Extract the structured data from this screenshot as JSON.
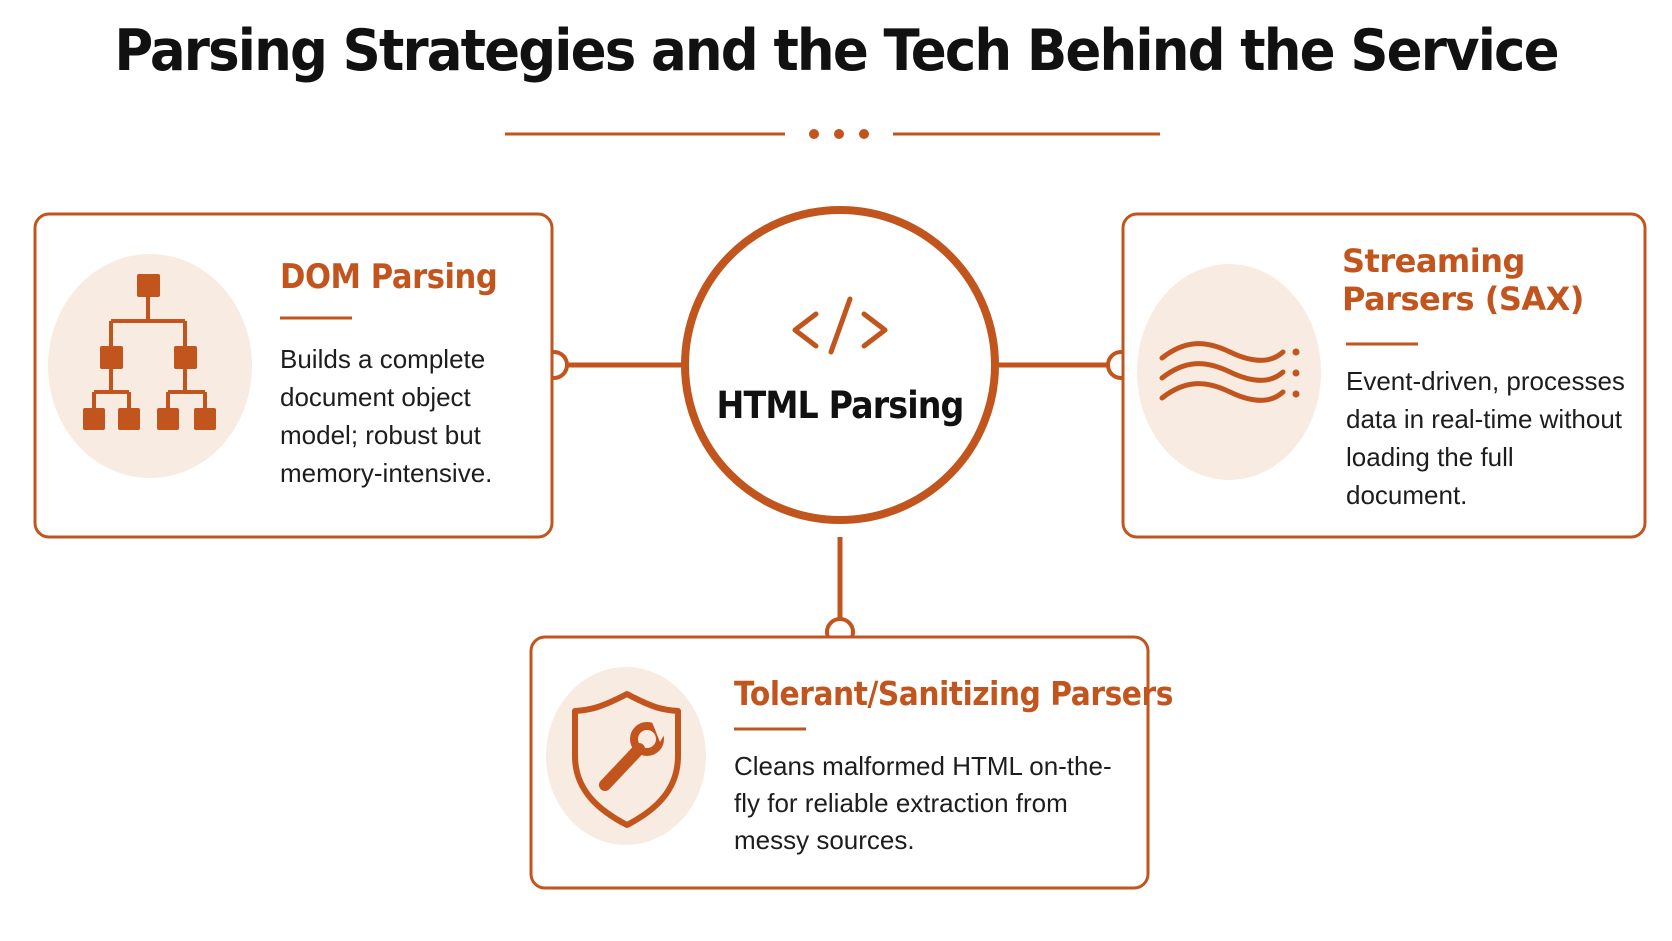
{
  "title": "Parsing Strategies and the Tech Behind the Service",
  "center": {
    "label": "HTML Parsing",
    "icon": "code-brackets-icon"
  },
  "cards": [
    {
      "title": "DOM Parsing",
      "description": "Builds a complete document object model; robust but memory-intensive.",
      "icon": "tree-hierarchy-icon"
    },
    {
      "title": "Streaming Parsers (SAX)",
      "description": "Event-driven, processes data in real-time without loading the full document.",
      "icon": "stream-waves-icon"
    },
    {
      "title": "Tolerant/Sanitizing Parsers",
      "description": "Cleans malformed HTML on-the-fly for reliable extraction from messy sources.",
      "icon": "shield-wrench-icon"
    }
  ],
  "colors": {
    "accent": "#c2551d",
    "icon_bg": "#f8ebe1",
    "text": "#1d1d1d",
    "title": "#111111"
  }
}
